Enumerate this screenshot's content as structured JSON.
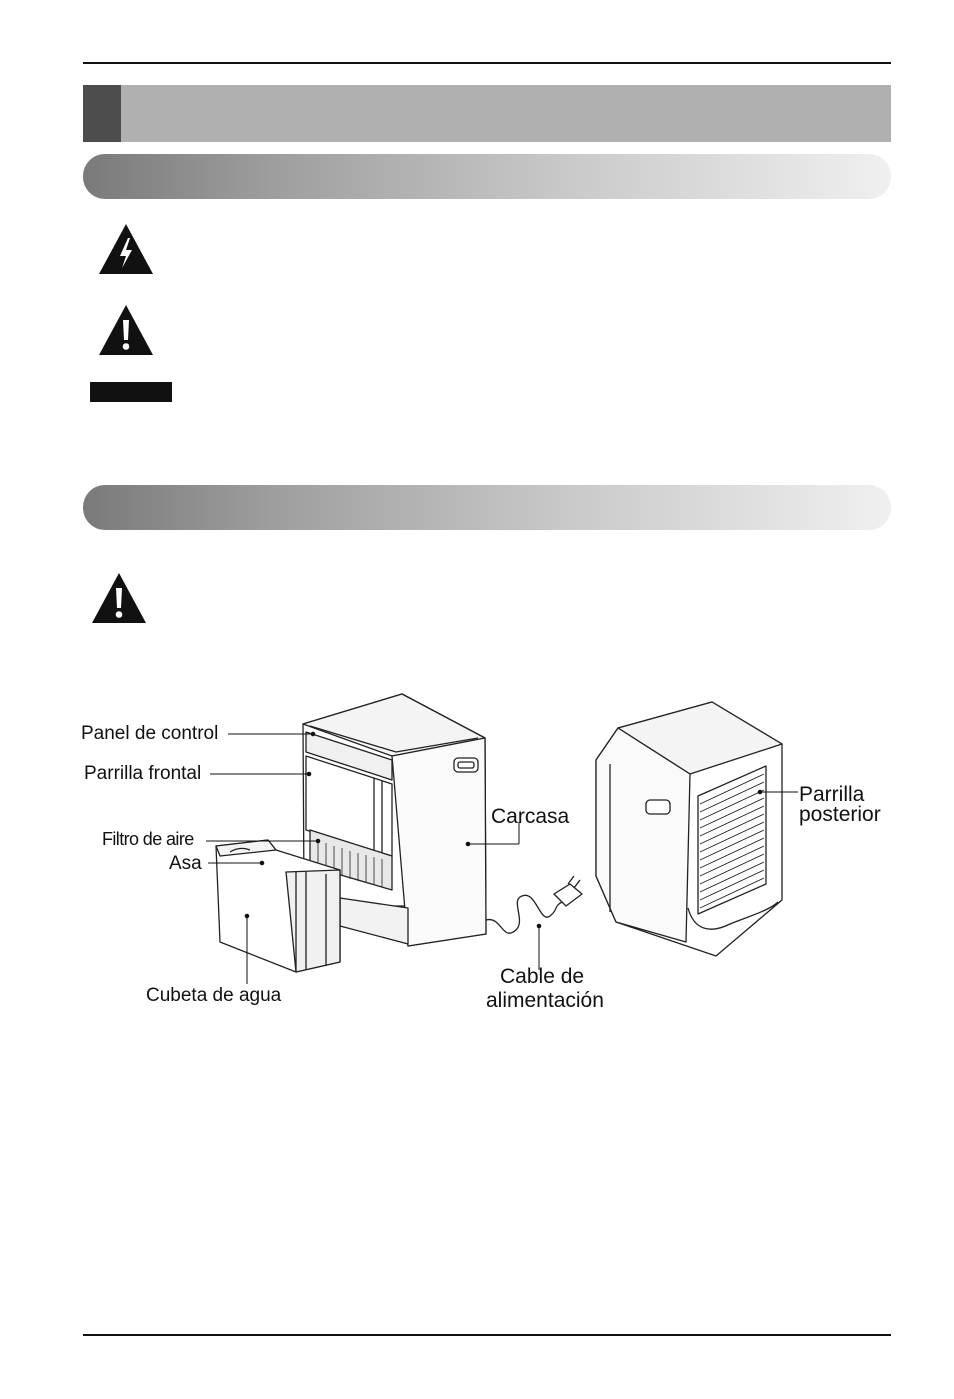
{
  "figure": {
    "labels": {
      "panel_de_control": "Panel de control",
      "parrilla_frontal": "Parrilla frontal",
      "filtro_de_aire": "Filtro de aire",
      "asa": "Asa",
      "cubeta_de_agua": "Cubeta de agua",
      "carcasa": "Carcasa",
      "cable_line1": "Cable de",
      "cable_line2": "alimentación",
      "parrilla_posterior_line1": "Parrilla",
      "parrilla_posterior_line2": "posterior"
    }
  },
  "icons": [
    "electric-shock-warning-icon",
    "warning-icon",
    "note-badge",
    "warning-icon"
  ]
}
